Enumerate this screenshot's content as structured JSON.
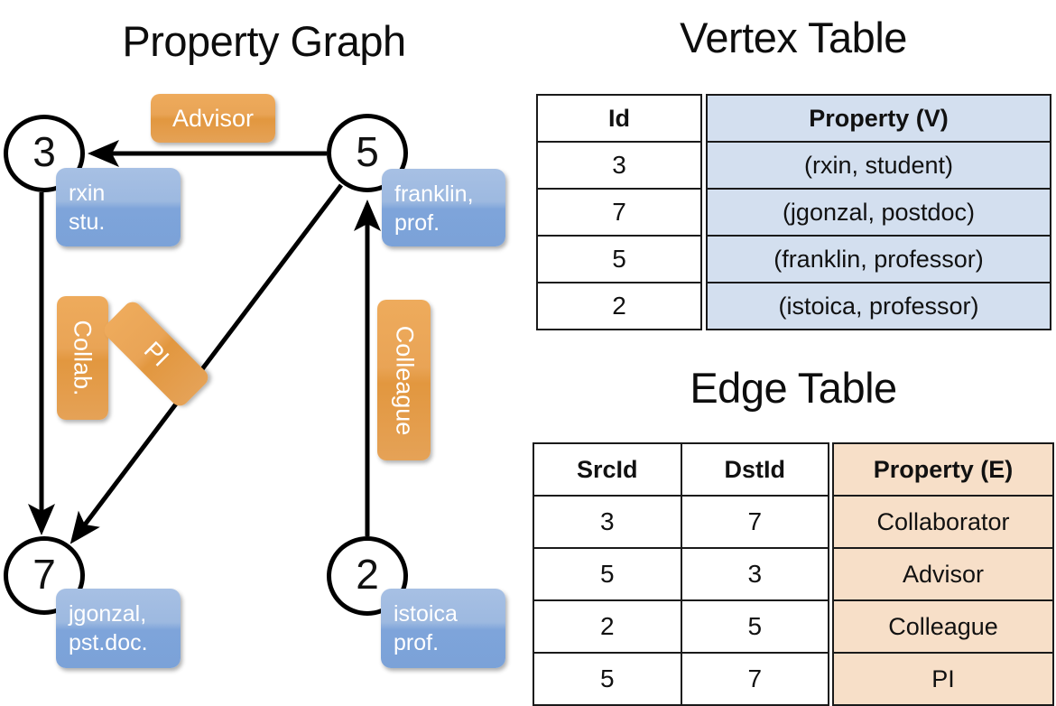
{
  "titles": {
    "property_graph": "Property Graph",
    "vertex_table": "Vertex Table",
    "edge_table": "Edge Table"
  },
  "graph": {
    "nodes": [
      {
        "id": "3",
        "property": "rxin\nstu."
      },
      {
        "id": "5",
        "property": "franklin,\nprof."
      },
      {
        "id": "7",
        "property": "jgonzal,\npst.doc."
      },
      {
        "id": "2",
        "property": "istoica\nprof."
      }
    ],
    "node_labels": {
      "n3": "3",
      "n5": "5",
      "n7": "7",
      "n2": "2"
    },
    "vertex_props": {
      "rxin_line1": "rxin",
      "rxin_line2": "stu.",
      "franklin_line1": "franklin,",
      "franklin_line2": "prof.",
      "jgonzal_line1": "jgonzal,",
      "jgonzal_line2": "pst.doc.",
      "istoica_line1": "istoica",
      "istoica_line2": "prof."
    },
    "edge_labels": {
      "advisor": "Advisor",
      "collab": "Collab.",
      "pi": "PI",
      "colleague": "Colleague"
    },
    "edges": [
      {
        "from": "5",
        "to": "3",
        "label": "Advisor"
      },
      {
        "from": "3",
        "to": "7",
        "label": "Collab."
      },
      {
        "from": "5",
        "to": "7",
        "label": "PI"
      },
      {
        "from": "2",
        "to": "5",
        "label": "Colleague"
      }
    ]
  },
  "vertex_table": {
    "headers": {
      "id": "Id",
      "property": "Property (V)"
    },
    "rows": [
      {
        "id": "3",
        "property": "(rxin, student)"
      },
      {
        "id": "7",
        "property": "(jgonzal, postdoc)"
      },
      {
        "id": "5",
        "property": "(franklin, professor)"
      },
      {
        "id": "2",
        "property": "(istoica, professor)"
      }
    ]
  },
  "edge_table": {
    "headers": {
      "src": "SrcId",
      "dst": "DstId",
      "property": "Property (E)"
    },
    "rows": [
      {
        "src": "3",
        "dst": "7",
        "property": "Collaborator"
      },
      {
        "src": "5",
        "dst": "3",
        "property": "Advisor"
      },
      {
        "src": "2",
        "dst": "5",
        "property": "Colleague"
      },
      {
        "src": "5",
        "dst": "7",
        "property": "PI"
      }
    ]
  },
  "colors": {
    "vertex_fill": "#d3dfef",
    "edge_fill": "#f7dfc8",
    "node_prop_blue": "#7ea4da",
    "edge_prop_orange": "#e9a456",
    "border": "#1a1a1a"
  }
}
